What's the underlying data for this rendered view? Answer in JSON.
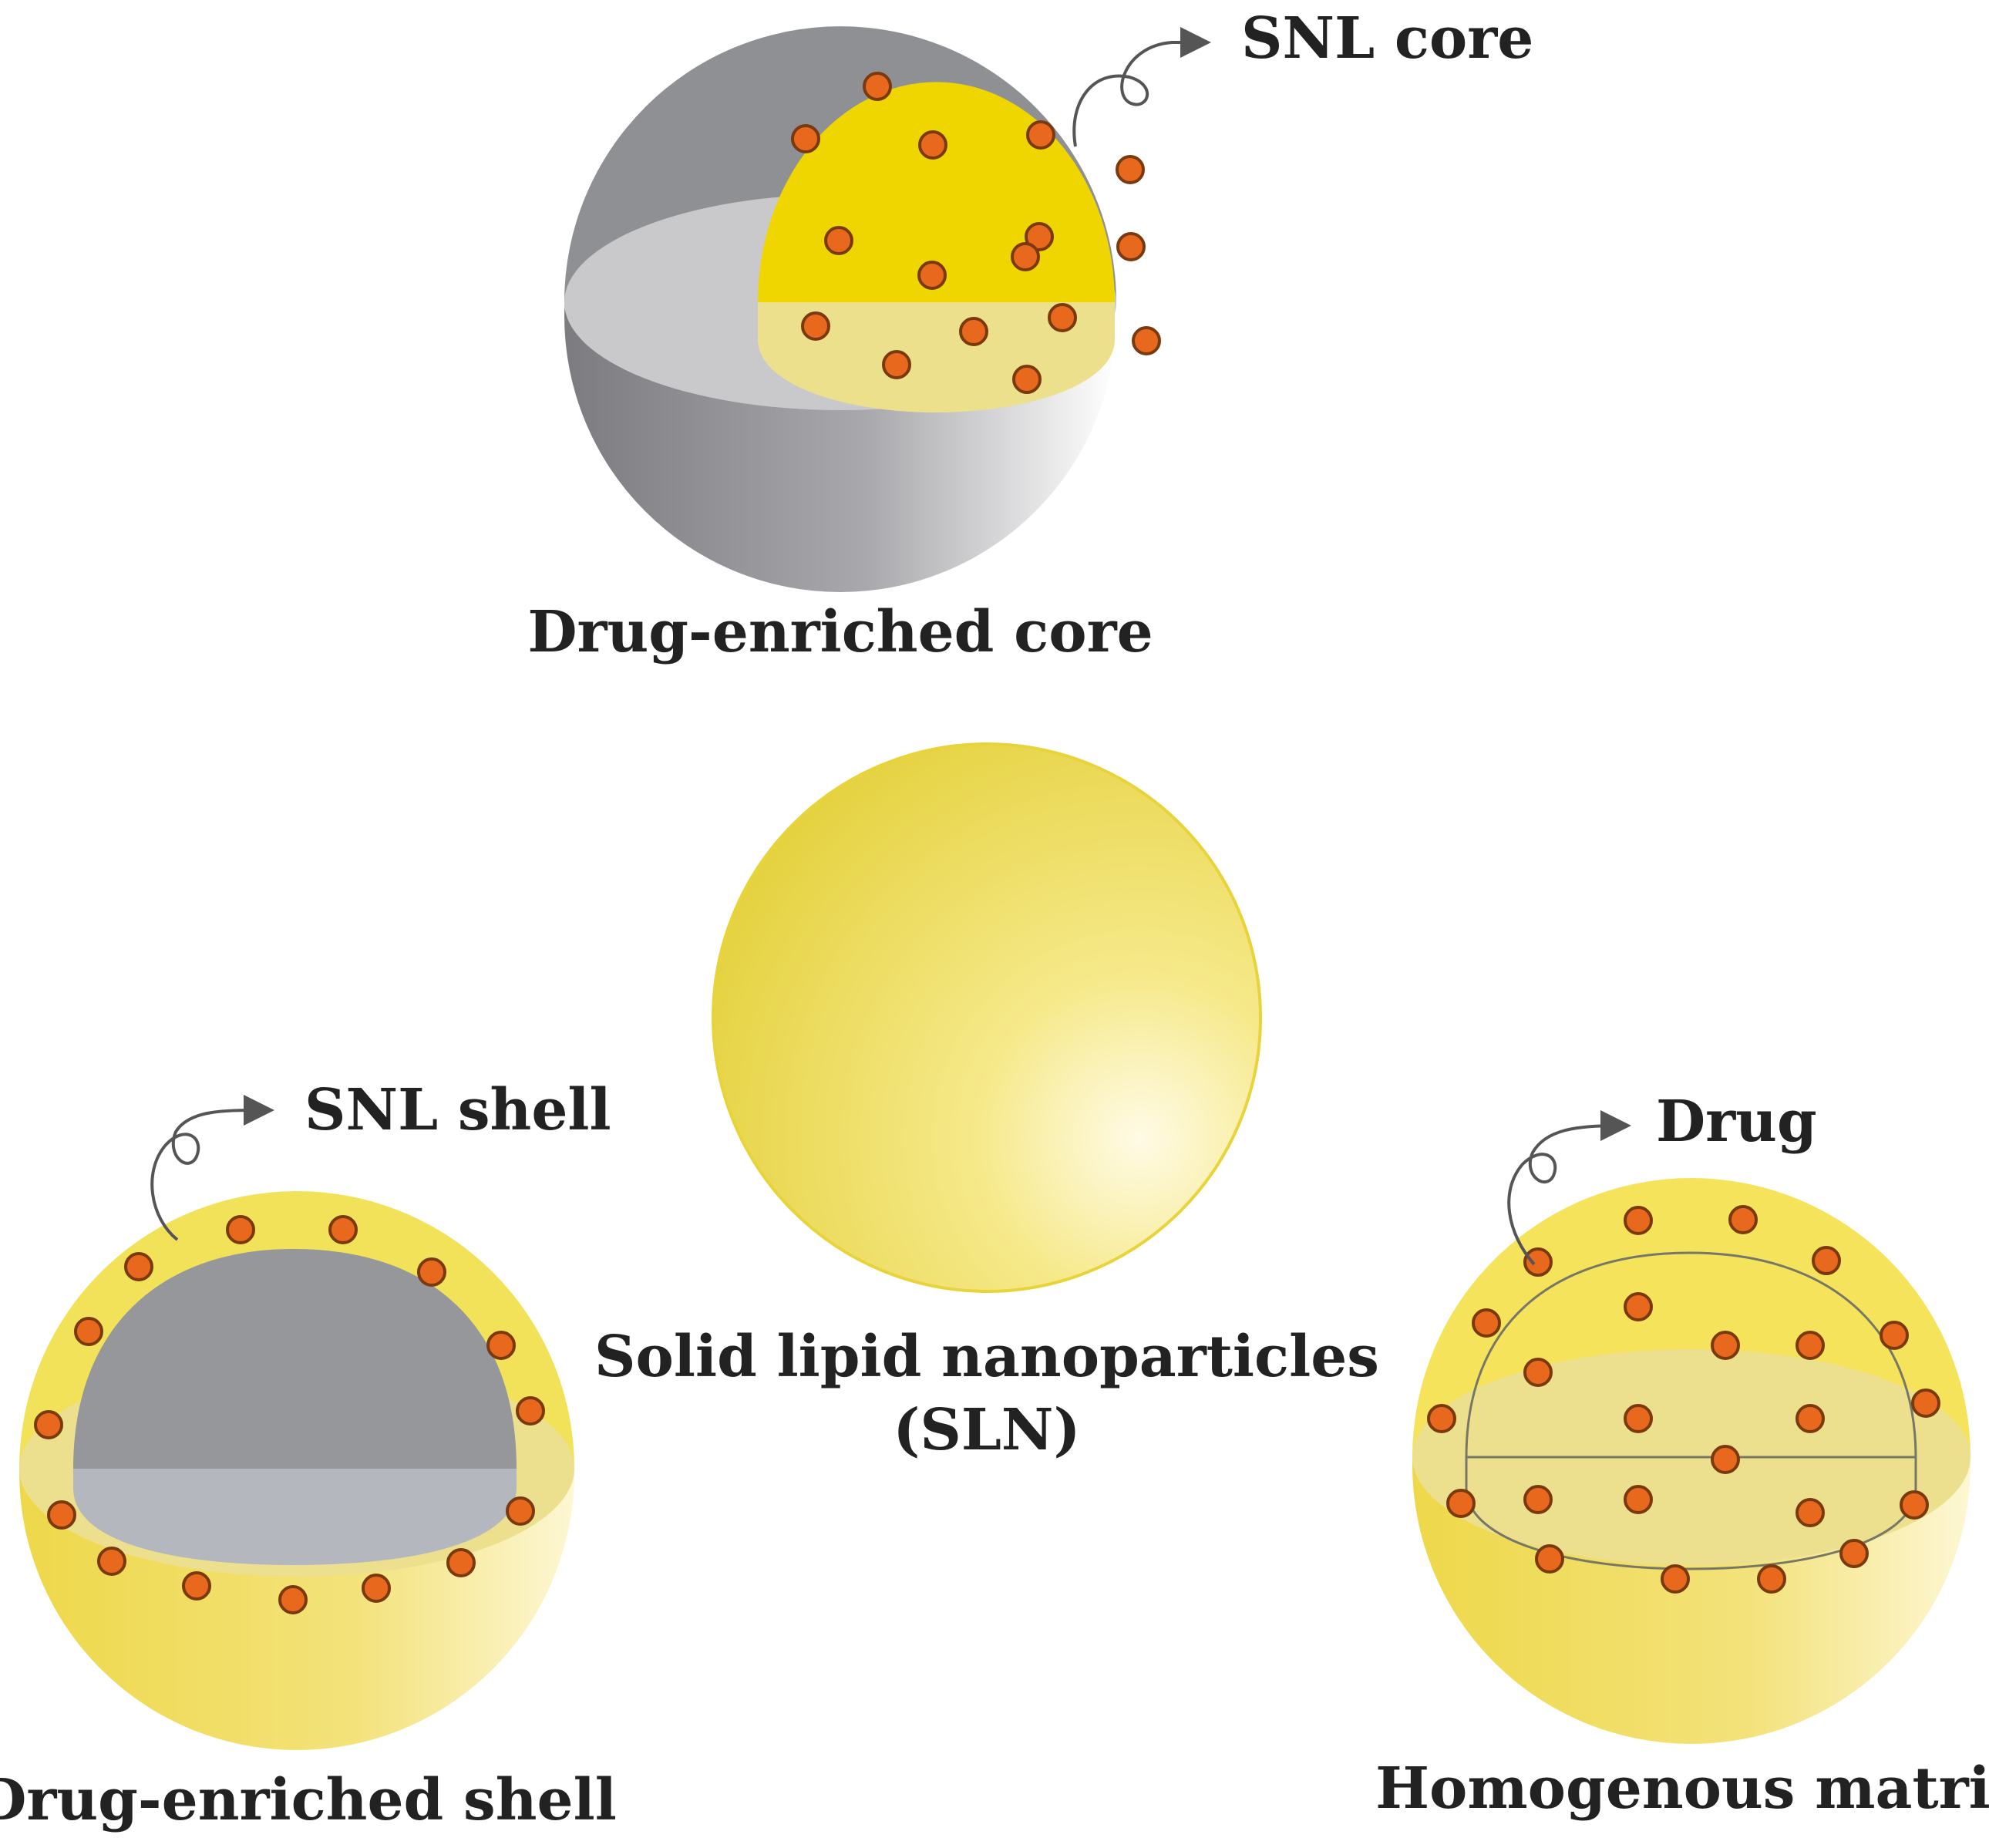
{
  "diagram": {
    "center": {
      "title_line1": "Solid lipid nanoparticles",
      "title_line2": "(SLN)"
    },
    "top": {
      "caption": "Drug-enriched core",
      "callout": "SNL core"
    },
    "left": {
      "caption": "Drug-enriched shell",
      "callout": "SNL shell"
    },
    "right": {
      "caption": "Homogenous matrix",
      "callout": "Drug"
    }
  },
  "colors": {
    "lipid_yellow": "#f2e04a",
    "core_yellow": "#f0d800",
    "shell_gray": "#8e9095",
    "drug_orange": "#e8681e",
    "drug_outline": "#7a3a10",
    "arrow": "#555555"
  }
}
